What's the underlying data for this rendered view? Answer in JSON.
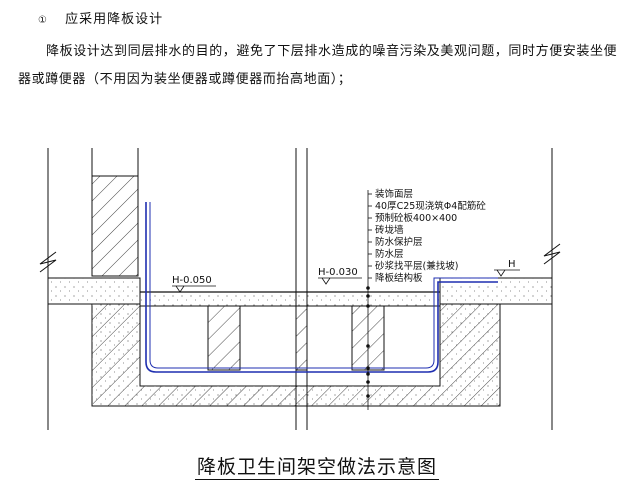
{
  "section": {
    "number": "①",
    "heading": "应采用降板设计",
    "paragraph": "降板设计达到同层排水的目的，避免了下层排水造成的噪音污染及美观问题，同时方便安装坐便器或蹲便器（不用因为装坐便器或蹲便器而抬高地面）；"
  },
  "diagram": {
    "caption": "降板卫生间架空做法示意图",
    "levels": {
      "left": "H-0.050",
      "middle": "H-0.030",
      "right": "H"
    },
    "layers": [
      "装饰面层",
      "40厚C25现浇筑Φ4配筋砼",
      "预制砼板400×400",
      "砖垅墙",
      "防水保护层",
      "防水层",
      "砂浆找平层(兼找坡)",
      "降板结构板"
    ]
  }
}
